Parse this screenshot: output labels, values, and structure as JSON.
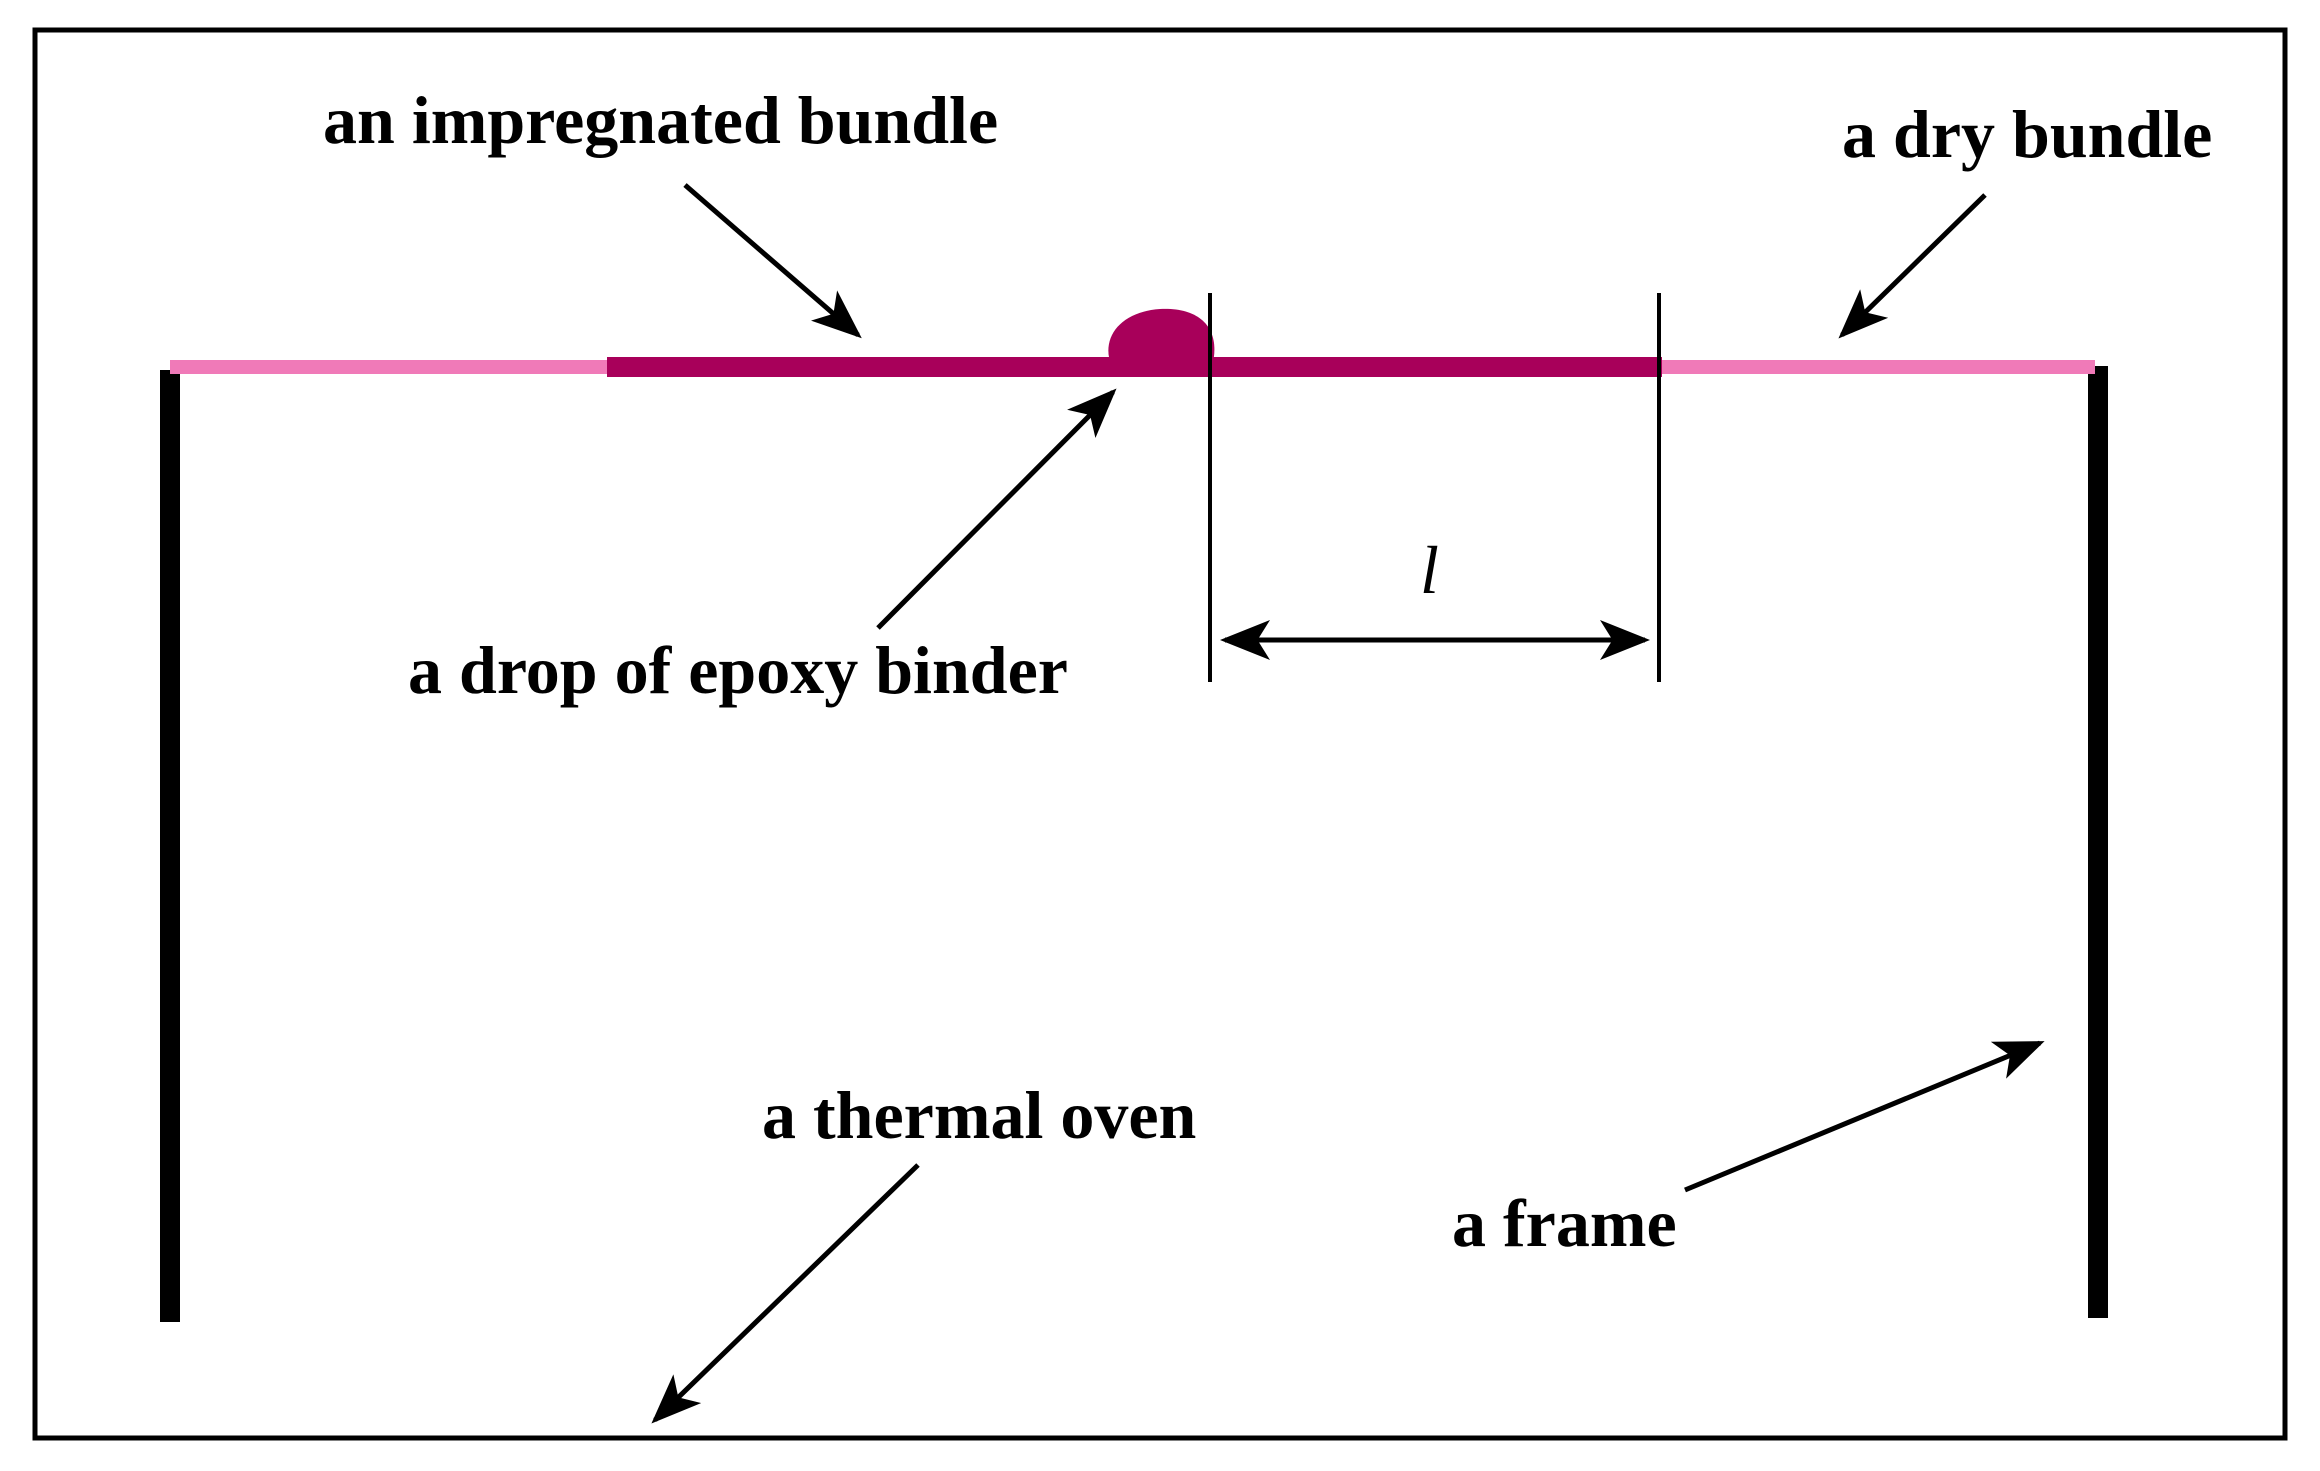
{
  "labels": {
    "impregnated_bundle": "an impregnated bundle",
    "dry_bundle": "a dry bundle",
    "epoxy_drop": "a drop of epoxy binder",
    "length": "l",
    "thermal_oven": "a thermal oven",
    "frame": "a frame"
  },
  "colors": {
    "dry_bundle": "#f07ab8",
    "impregnated_bundle": "#a8005a",
    "frame": "#000000",
    "oven_border": "#000000",
    "background": "#ffffff"
  }
}
